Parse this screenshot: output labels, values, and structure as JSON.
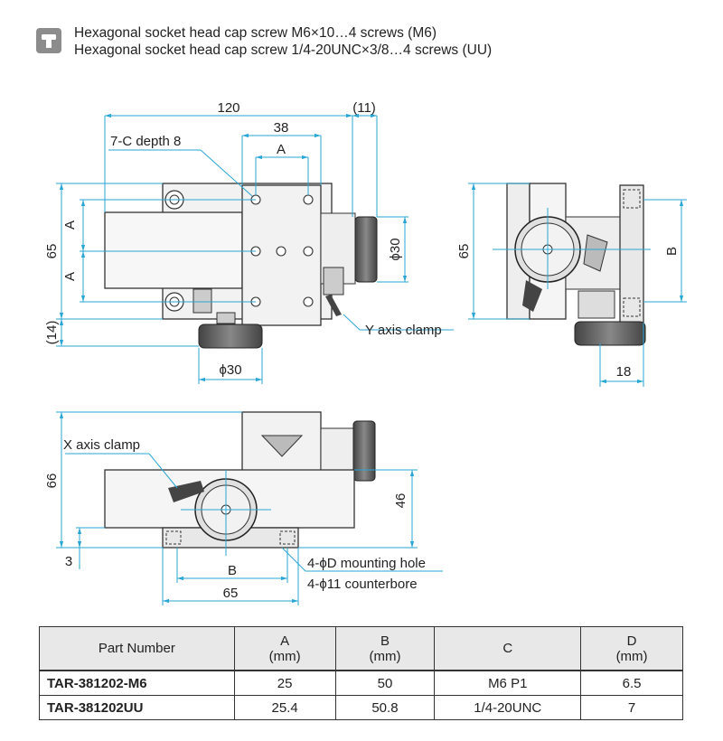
{
  "header": {
    "icon": "screw-icon",
    "line1": "Hexagonal socket head cap screw M6×10…4 screws (M6)",
    "line2": "Hexagonal socket head cap screw 1/4-20UNC×3/8…4 screws (UU)"
  },
  "drawing": {
    "dim_120": "120",
    "dim_11": "(11)",
    "dim_38": "38",
    "dim_A_top": "A",
    "label_7c": "7-C depth 8",
    "dim_65_left": "65",
    "dim_A1": "A",
    "dim_A2": "A",
    "dim_14": "(14)",
    "dim_phi30_right": "ϕ30",
    "dim_phi30_bottom": "ϕ30",
    "label_y_clamp": "Y axis clamp",
    "dim_65_side": "65",
    "dim_B_side": "B",
    "dim_18": "18",
    "label_x_clamp": "X axis clamp",
    "dim_66": "66",
    "dim_46": "46",
    "dim_3": "3",
    "dim_B_front": "B",
    "dim_65_front": "65",
    "label_mount1": "4-ϕD mounting hole",
    "label_mount2": "4-ϕ11 counterbore"
  },
  "table": {
    "headers": [
      "Part Number",
      "A",
      "B",
      "C",
      "D"
    ],
    "units": [
      "",
      "(mm)",
      "(mm)",
      "",
      "(mm)"
    ],
    "rows": [
      [
        "TAR-381202-M6",
        "25",
        "50",
        "M6 P1",
        "6.5"
      ],
      [
        "TAR-381202UU",
        "25.4",
        "50.8",
        "1/4-20UNC",
        "7"
      ]
    ]
  }
}
